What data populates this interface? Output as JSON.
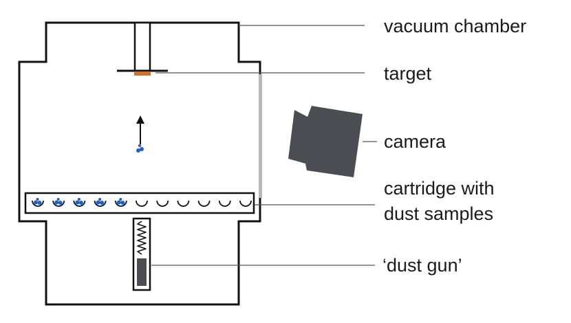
{
  "labels": {
    "vacuum_chamber": "vacuum chamber",
    "target": "target",
    "camera": "camera",
    "cartridge_line1": "cartridge with",
    "cartridge_line2": "dust samples",
    "dust_gun": "‘dust gun’"
  },
  "cartridge": {
    "filled_cups": 5,
    "total_cups": 11
  },
  "colors": {
    "outline": "#111111",
    "target": "#c87533",
    "dust": "#1f5fc8",
    "camera": "#4a4d52",
    "window": "#b8b8b8",
    "leader_line": "#555555",
    "gun_barrel": "#4a4d52"
  }
}
